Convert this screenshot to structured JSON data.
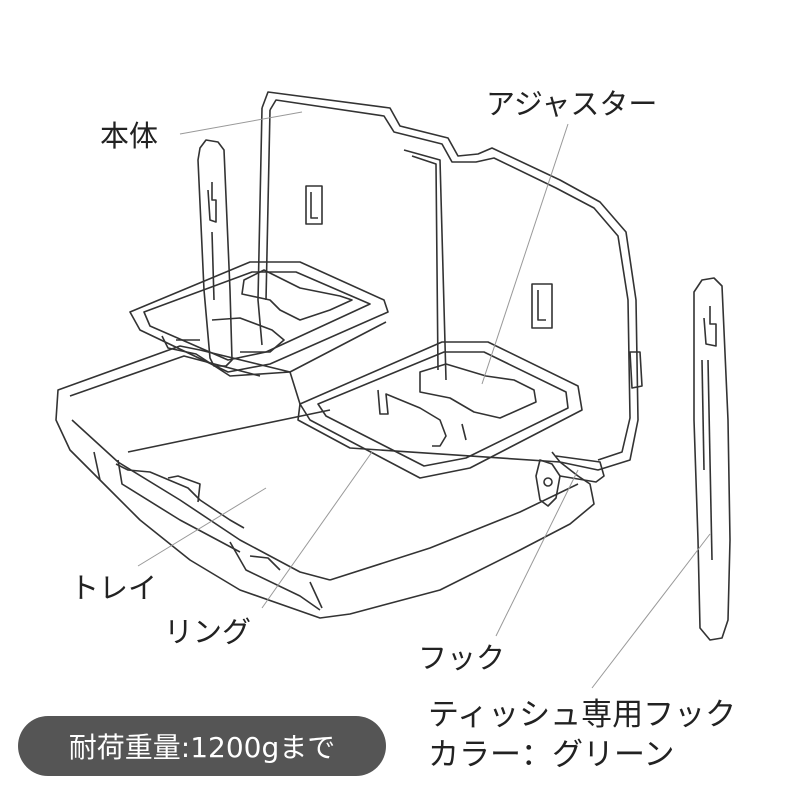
{
  "labels": {
    "body": "本体",
    "adjuster": "アジャスター",
    "tray": "トレイ",
    "ring": "リング",
    "hook": "フック",
    "tissue_hook": "ティッシュ専用フック",
    "color": "カラー：グリーン"
  },
  "badge": {
    "text": "耐荷重量:1200gまで",
    "color": "#555555"
  },
  "colors": {
    "line": "#333333",
    "leader": "#999999"
  }
}
